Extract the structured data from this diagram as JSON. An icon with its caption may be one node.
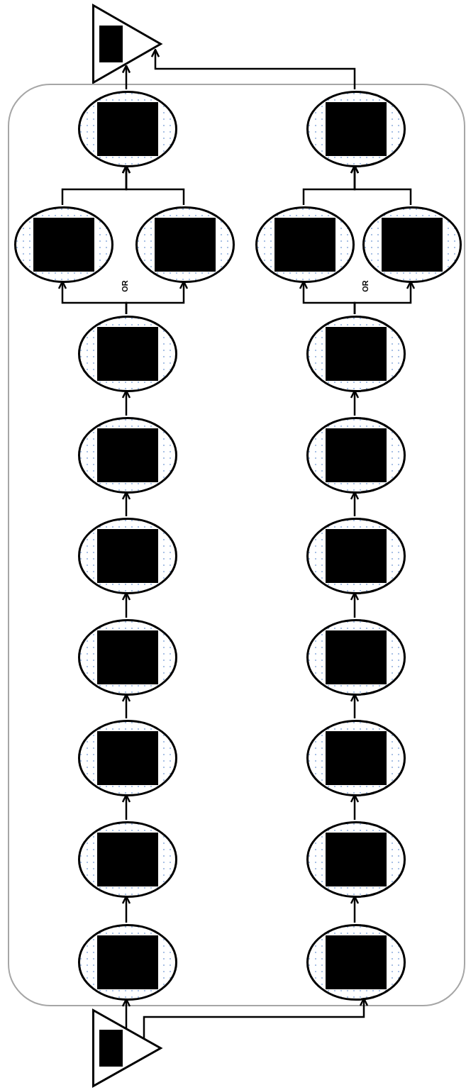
{
  "diagram": {
    "nodes": [
      {
        "text": [],
        "shape": "triangle"
      },
      {
        "text": [],
        "shape": "box"
      },
      {
        "text": [],
        "shape": "ellipse",
        "in": 1
      },
      {
        "text": [],
        "shape": "ellipse",
        "in": 1
      },
      {
        "text": [],
        "shape": "ellipse",
        "in": 1
      },
      {
        "text": [],
        "shape": "ellipse",
        "in": 1
      },
      {
        "text": [],
        "shape": "ellipse",
        "in": 1
      },
      {
        "text": [],
        "shape": "ellipse",
        "in": 1
      },
      {
        "text": [],
        "shape": "ellipse",
        "in": 1
      },
      {
        "text": [],
        "shape": "ellipse",
        "in": 1
      },
      {
        "text": [],
        "shape": "ellipse",
        "in": 1
      },
      {
        "text": [],
        "shape": "ellipse",
        "in": 1
      },
      {
        "text": [],
        "shape": "ellipse",
        "in": 1
      },
      {
        "text": [],
        "shape": "ellipse",
        "in": 1
      },
      {
        "text": [],
        "shape": "ellipse",
        "in": 1
      },
      {
        "text": [],
        "shape": "ellipse",
        "in": 1
      },
      {
        "text": [],
        "shape": "ellipse",
        "in": 1
      },
      {
        "text": [],
        "shape": "ellipse",
        "in": 1
      },
      {
        "text": [],
        "shape": "ellipse",
        "in": 1
      },
      {
        "text": [],
        "shape": "ellipse",
        "in": 1
      },
      {
        "text": [],
        "shape": "ellipse",
        "in": 1
      },
      {
        "text": [],
        "shape": "ellipse",
        "in": 1
      },
      {
        "text": [],
        "shape": "triangle"
      }
    ],
    "edges": [
      {
        "from": 2,
        "to": 0,
        "arrow": "to"
      },
      {
        "from": 3,
        "to": 0,
        "arrow": "to"
      },
      {
        "from": 4,
        "to": 2,
        "arrow": "to"
      },
      {
        "from": 5,
        "to": 2,
        "arrow": "to"
      },
      {
        "from": 6,
        "to": 3,
        "arrow": "to"
      },
      {
        "from": 7,
        "to": 3,
        "arrow": "to"
      },
      {
        "from": 8,
        "to": 4,
        "arrow": "to"
      },
      {
        "from": 8,
        "to": 5,
        "arrow": "to"
      },
      {
        "from": 9,
        "to": 6,
        "arrow": "to"
      },
      {
        "from": 9,
        "to": 7,
        "arrow": "to"
      },
      {
        "from": 10,
        "to": 8,
        "arrow": "to"
      },
      {
        "from": 11,
        "to": 9,
        "arrow": "to"
      },
      {
        "from": 12,
        "to": 10,
        "arrow": "to"
      },
      {
        "from": 13,
        "to": 11,
        "arrow": "to"
      },
      {
        "from": 14,
        "to": 12,
        "arrow": "to"
      },
      {
        "from": 15,
        "to": 13,
        "arrow": "to"
      },
      {
        "from": 16,
        "to": 14,
        "arrow": "to"
      },
      {
        "from": 17,
        "to": 15,
        "arrow": "to"
      },
      {
        "from": 18,
        "to": 16,
        "arrow": "to"
      },
      {
        "from": 19,
        "to": 17,
        "arrow": "to"
      },
      {
        "from": 20,
        "to": 18,
        "arrow": "to"
      },
      {
        "from": 21,
        "to": 19,
        "arrow": "to"
      },
      {
        "from": 22,
        "to": 20,
        "arrow": "to"
      },
      {
        "from": 22,
        "to": 21,
        "arrow": "to"
      }
    ],
    "labels": [
      "OR",
      "OR"
    ]
  }
}
